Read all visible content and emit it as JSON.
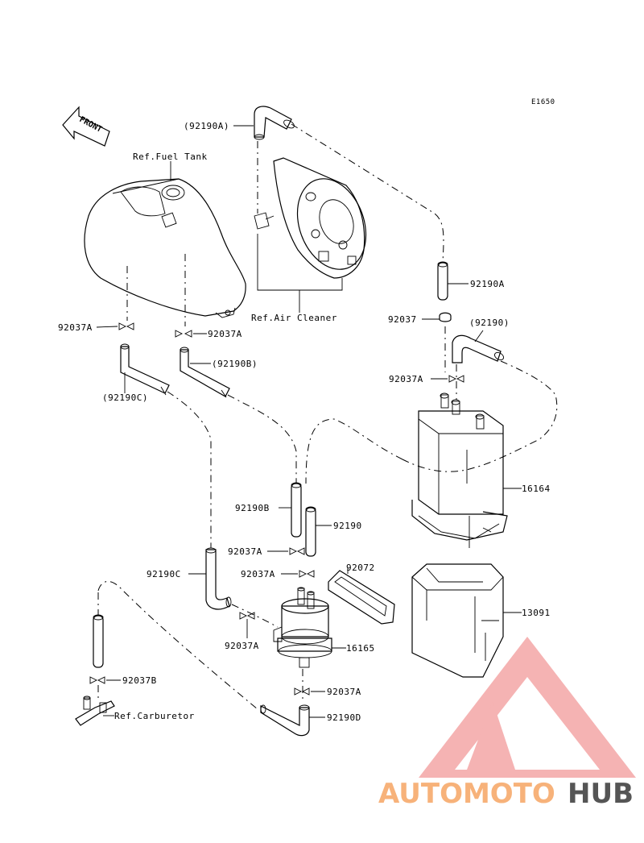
{
  "diagram_code": "E1650",
  "front_label": "FRONT",
  "labels": {
    "ref_fuel_tank": "Ref.Fuel Tank",
    "ref_air_cleaner": "Ref.Air Cleaner",
    "ref_carburetor": "Ref.Carburetor",
    "p92190A_top": "(92190A)",
    "p92190A_right": "92190A",
    "p92037_top": "92037",
    "p92190_paren": "(92190)",
    "p92037A_tank_left": "92037A",
    "p92037A_tank_right": "92037A",
    "p92190B_paren": "(92190B)",
    "p92190C_paren": "(92190C)",
    "p92037A_canister": "92037A",
    "p16164": "16164",
    "p92190B": "92190B",
    "p92190": "92190",
    "p92037A_mid1": "92037A",
    "p92037A_mid2": "92037A",
    "p92072": "92072",
    "p92190C": "92190C",
    "p13091": "13091",
    "p92037A_filter": "92037A",
    "p16165": "16165",
    "p92037B": "92037B",
    "p92037A_bottom": "92037A",
    "p92190D": "92190D"
  },
  "watermark": {
    "part1": "AUTOMOTO",
    "part2": "HUB",
    "color1": "#f7b27a",
    "color2": "#555555",
    "logo_color": "#f08080"
  }
}
